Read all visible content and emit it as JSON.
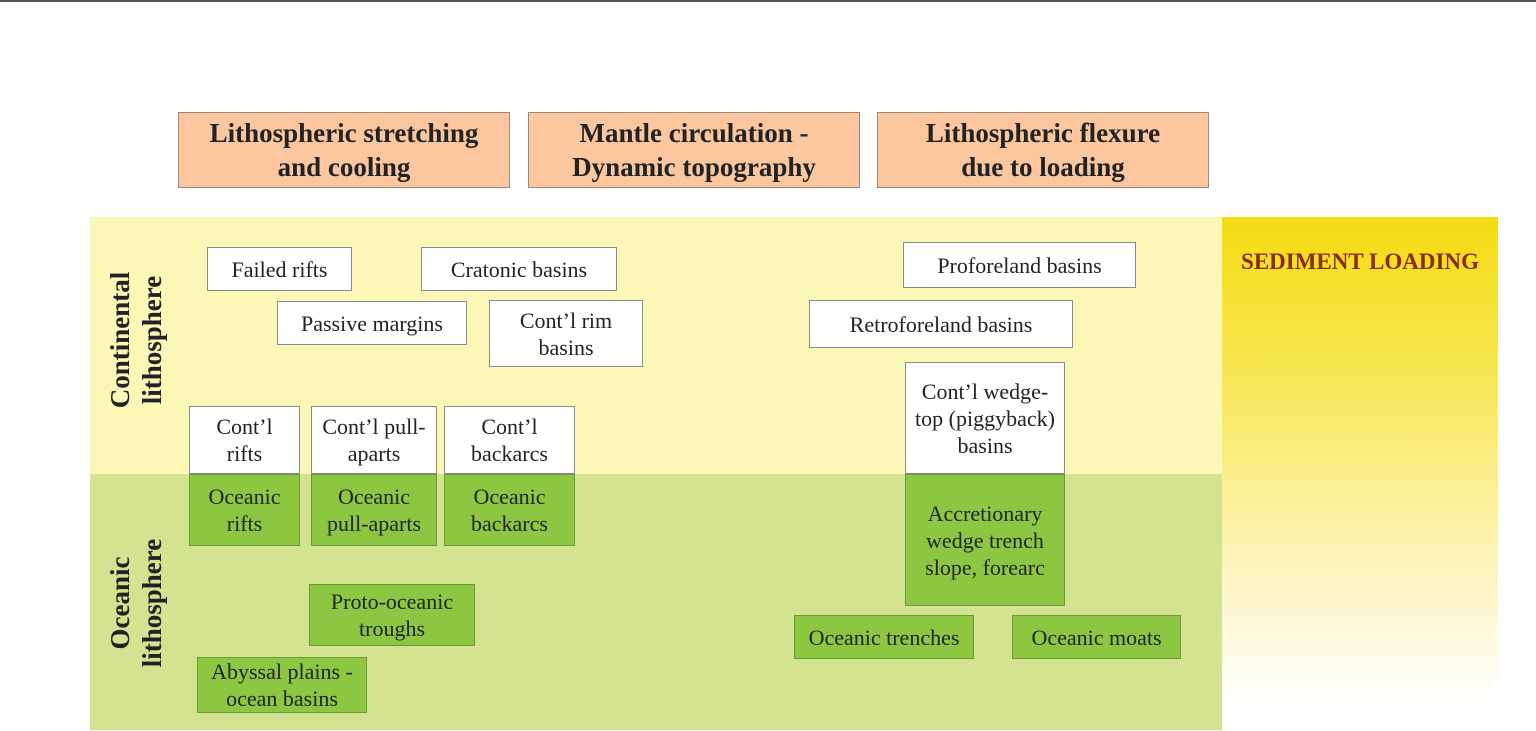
{
  "headers": {
    "stretching": "Lithospheric stretching and cooling",
    "mantle": "Mantle circulation - Dynamic topography",
    "flexure": "Lithospheric flexure due to loading"
  },
  "rows": {
    "continental": "Continental lithosphere",
    "oceanic": "Oceanic lithosphere"
  },
  "sediment": "SEDIMENT LOADING",
  "continental_boxes": {
    "failed_rifts": "Failed rifts",
    "cratonic_basins": "Cratonic basins",
    "passive_margins": "Passive margins",
    "rim_basins": "Cont’l rim basins",
    "cont_rifts": "Cont’l rifts",
    "cont_pull_aparts": "Cont’l pull-aparts",
    "cont_backarcs": "Cont’l backarcs",
    "proforeland": "Proforeland basins",
    "retroforeland": "Retroforeland basins",
    "wedge_top": "Cont’l wedge-top (piggyback) basins"
  },
  "oceanic_boxes": {
    "oceanic_rifts": "Oceanic rifts",
    "oceanic_pull_aparts": "Oceanic pull-aparts",
    "oceanic_backarcs": "Oceanic backarcs",
    "proto_oceanic": "Proto-oceanic troughs",
    "abyssal": "Abyssal plains -ocean basins",
    "accretionary": "Accretionary wedge trench slope, forearc",
    "trenches": "Oceanic trenches",
    "moats": "Oceanic moats"
  },
  "colors": {
    "header_fill": "#fcc79e",
    "continental_band": "#fbf7b6",
    "oceanic_band": "#d3e390",
    "oceanic_box": "#8dc640",
    "sediment_gradient_top": "#f5dc10",
    "sediment_label": "#8b2a15"
  }
}
